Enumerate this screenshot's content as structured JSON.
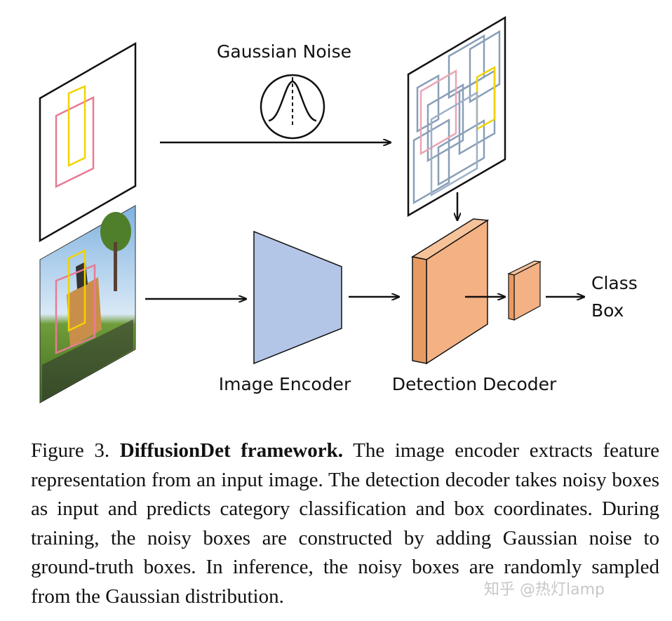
{
  "labels": {
    "gaussian_noise": "Gaussian Noise",
    "image_encoder": "Image Encoder",
    "detection_decoder": "Detection Decoder",
    "class": "Class",
    "box": "Box"
  },
  "caption": {
    "figure_label": "Figure 3.",
    "title": "DiffusionDet framework.",
    "text": "The image encoder extracts feature representation from an input image. The detection decoder takes noisy boxes as input and predicts category classification and box coordinates. During training, the noisy boxes are constructed by adding Gaussian noise to ground-truth boxes. In inference, the noisy boxes are randomly sampled from the Gaussian distribution."
  },
  "watermark": "知乎 @热灯lamp",
  "colors": {
    "encoder_fill": "#b4c6e7",
    "decoder_fill": "#f4b183",
    "box_pink": "#e87b93",
    "box_yellow": "#f1d300",
    "noise_box_blue": "#8a9fb8"
  }
}
